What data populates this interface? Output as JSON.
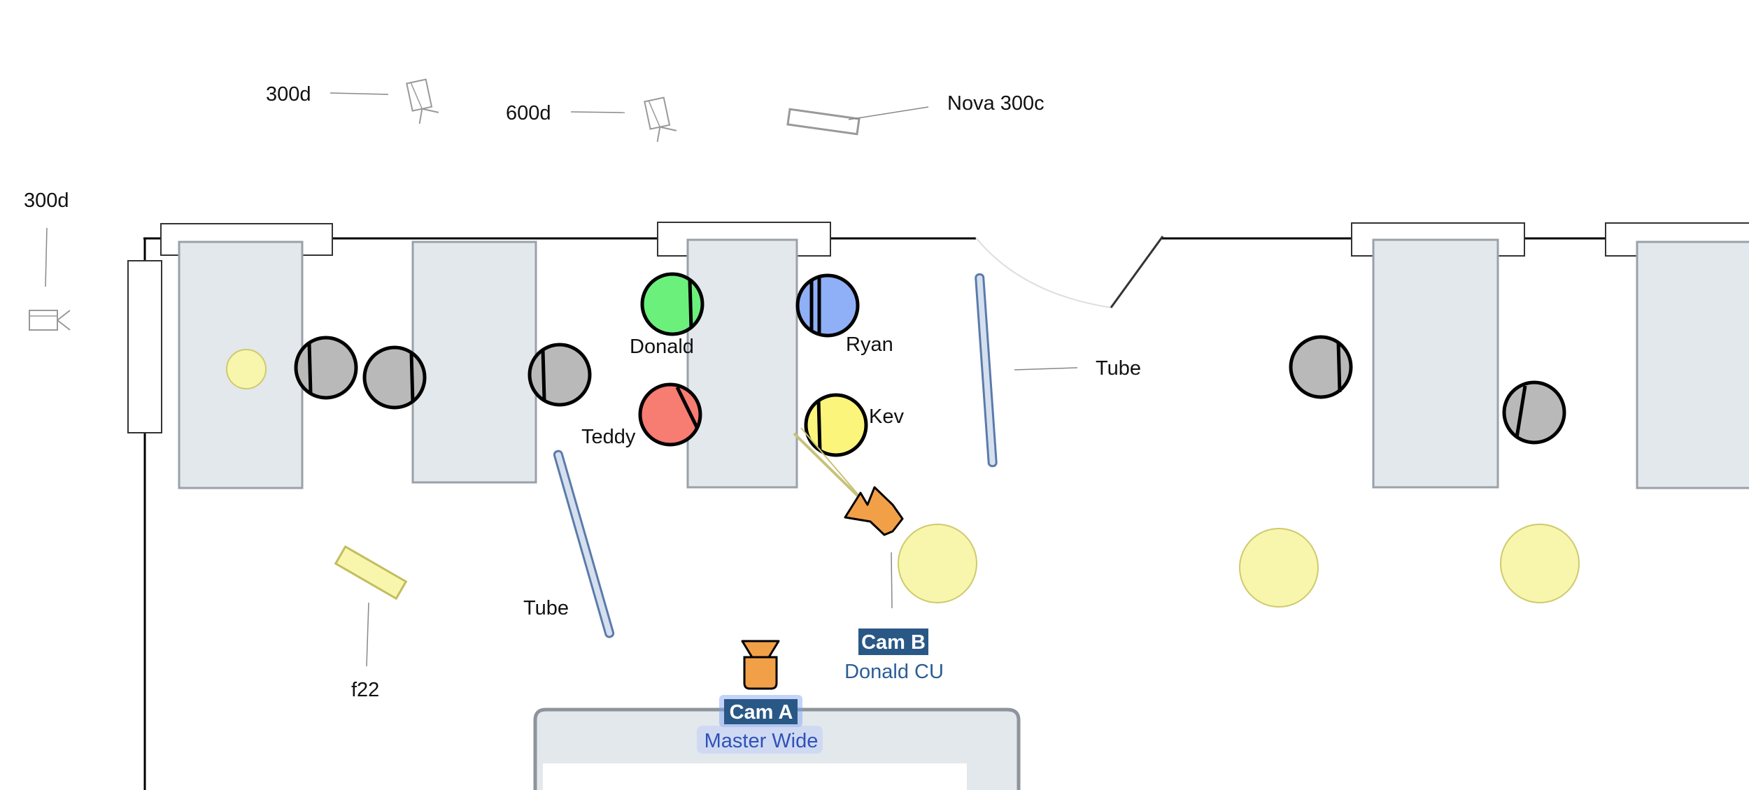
{
  "lights": {
    "top_left_300d": "300d",
    "top_600d": "600d",
    "nova": "Nova 300c",
    "side_300d": "300d",
    "tube_right": "Tube",
    "tube_left": "Tube",
    "f22": "f22"
  },
  "actors": {
    "donald": {
      "name": "Donald",
      "color": "#6cf07c"
    },
    "ryan": {
      "name": "Ryan",
      "color": "#8fb0f7"
    },
    "teddy": {
      "name": "Teddy",
      "color": "#f77c72"
    },
    "kev": {
      "name": "Kev",
      "color": "#fbf57b"
    }
  },
  "cameras": {
    "cam_a": {
      "label": "Cam A",
      "description": "Master Wide",
      "color": "#f2a048"
    },
    "cam_b": {
      "label": "Cam B",
      "description": "Donald CU",
      "color": "#f2a048"
    }
  },
  "colors": {
    "table": "#e3e8ed",
    "extra_person": "#b9b9b9",
    "practical_light": "#f8f6ac",
    "tube": "#d5e0ee",
    "badge": "#2a5886"
  }
}
